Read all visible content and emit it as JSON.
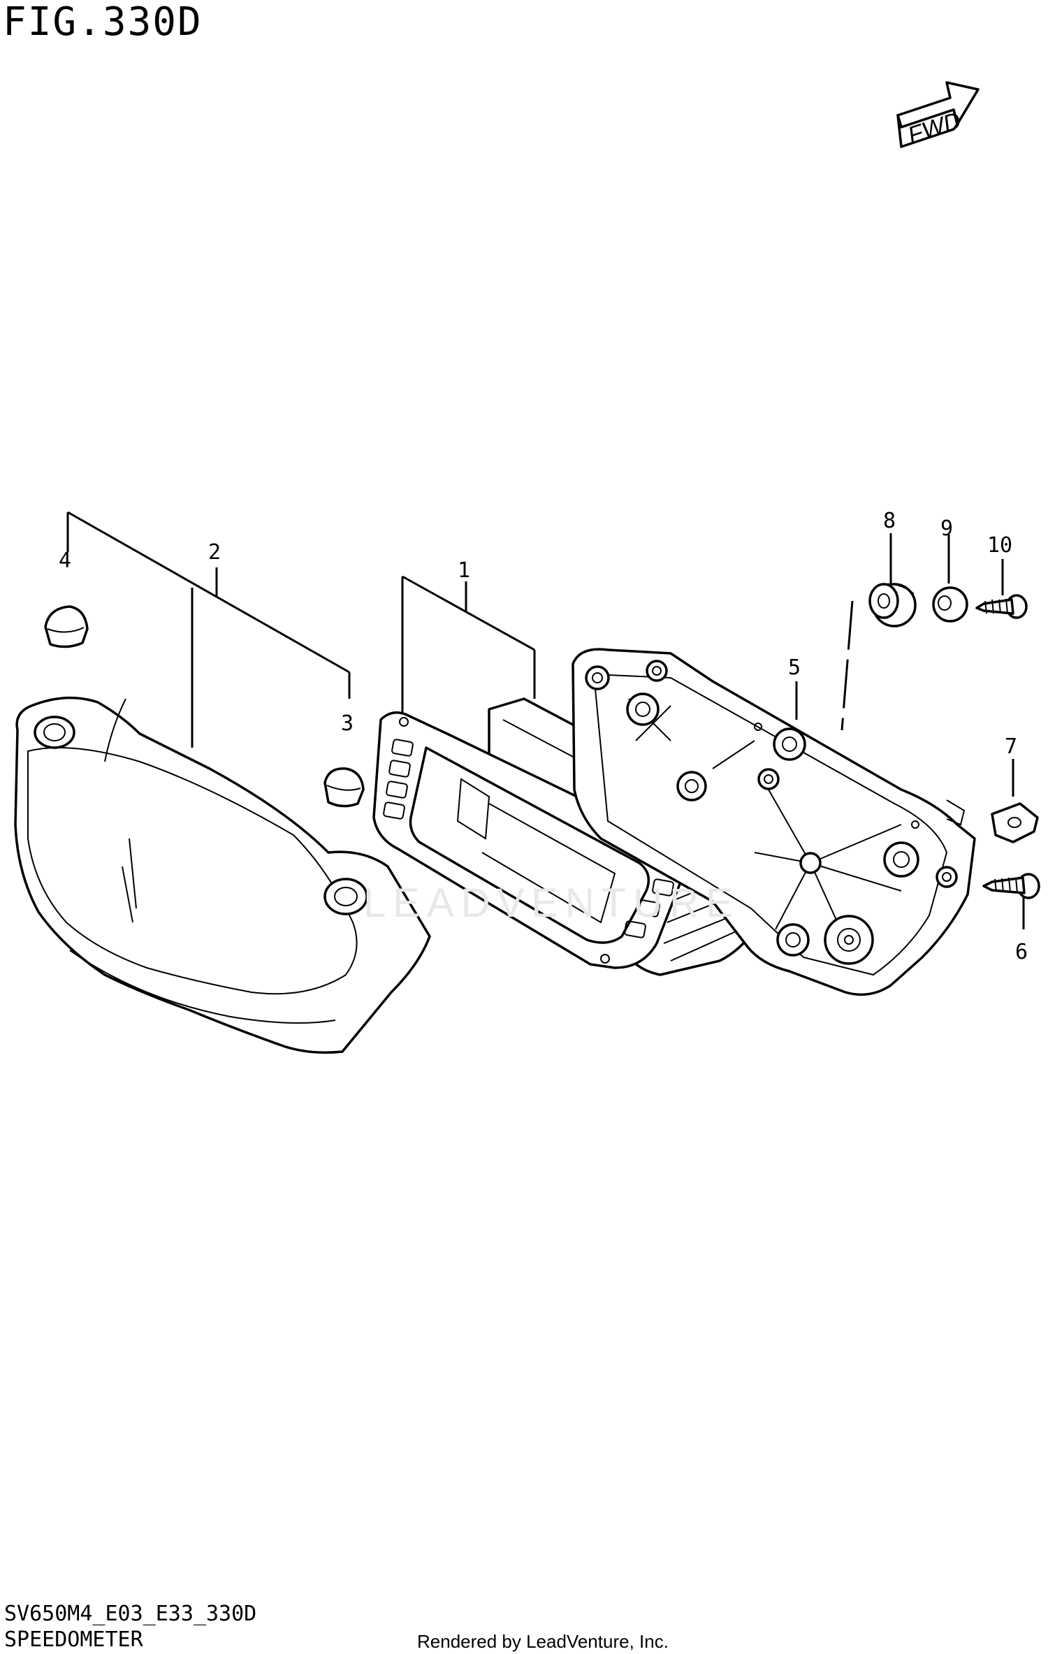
{
  "figure": {
    "title": "FIG.330D",
    "model_code": "SV650M4_E03_E33_330D",
    "name": "SPEEDOMETER",
    "rendered_by": "Rendered by LeadVenture, Inc.",
    "watermark": "LEADVENTURE"
  },
  "fwd_arrow": {
    "label": "FWD"
  },
  "callouts": [
    "1",
    "2",
    "3",
    "4",
    "5",
    "6",
    "7",
    "8",
    "9",
    "10"
  ]
}
